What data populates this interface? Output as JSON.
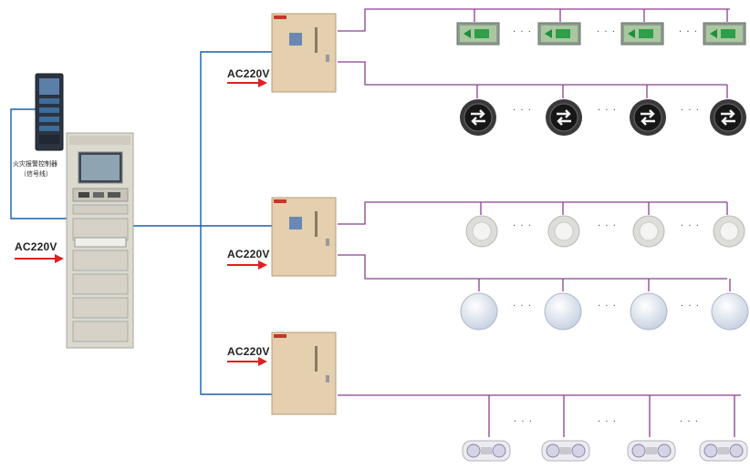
{
  "power_label": "AC220V",
  "fire_alarm": {
    "line1": "火灾报警控制器",
    "line2": "（信号线）"
  },
  "ellipsis": "· · ·",
  "colors": {
    "signal_line": "#1a5fa8",
    "branch_line": "#8a3f90",
    "arrow": "#e02020",
    "cabinet": "#dcd9cf",
    "box": "#e4cfae"
  },
  "icons": {
    "controller": "fire-alarm-controller-icon",
    "main_cabinet": "host-cabinet-icon",
    "distribution_box": "distribution-box-icon",
    "exit_sign": "exit-sign-icon",
    "direction_light": "direction-light-icon",
    "downlight": "downlight-icon",
    "globe_lamp": "globe-lamp-icon",
    "emergency_lamp": "emergency-lamp-icon"
  }
}
